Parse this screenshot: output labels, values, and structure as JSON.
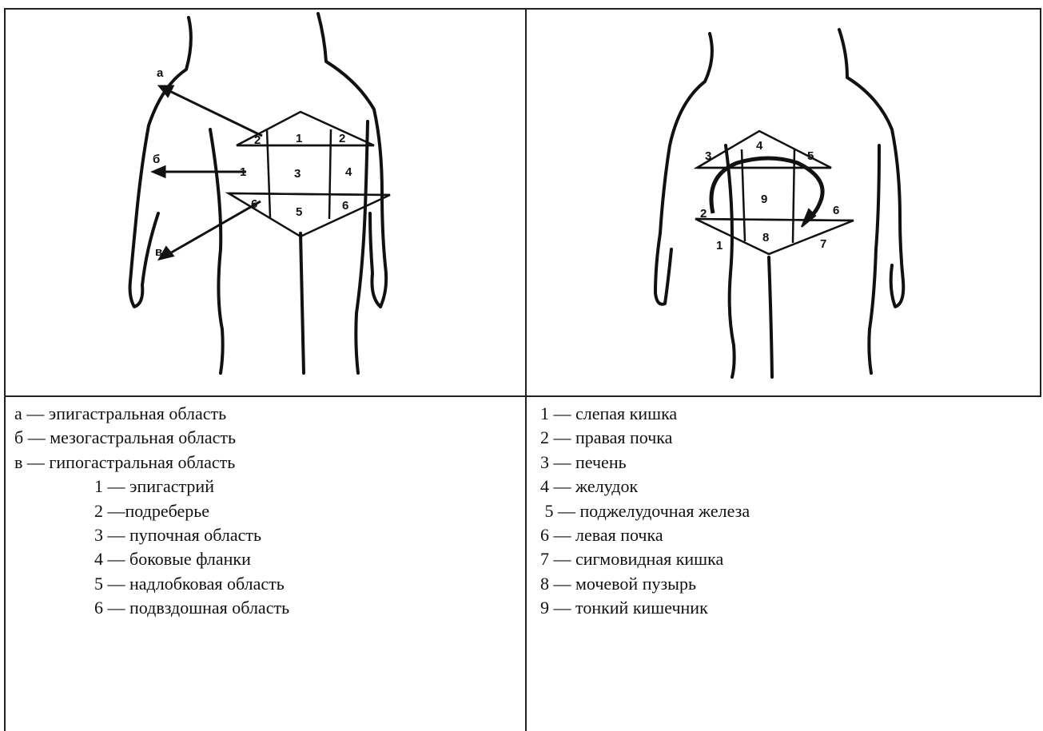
{
  "left_figure": {
    "arrow_labels": [
      "а",
      "б",
      "в"
    ],
    "region_numbers": [
      "1",
      "2",
      "1",
      "3",
      "4",
      "5",
      "6",
      "6"
    ]
  },
  "right_figure": {
    "organ_numbers": [
      "1",
      "2",
      "3",
      "4",
      "5",
      "6",
      "7",
      "8",
      "9"
    ]
  },
  "left_legend": [
    "а — эпигастральная область",
    "б — мезогастральная область",
    "в — гипогастральная область",
    "1 — эпигастрий",
    "2 —подреберье",
    "3 — пупочная область",
    "4 — боковые фланки",
    "5 — надлобковая область",
    "6 — подвздошная область"
  ],
  "right_legend": [
    "1 — слепая кишка",
    "2 — правая почка",
    "3 — печень",
    "4 — желудок",
    " 5 — поджелудочная железа",
    "6 — левая почка",
    "7 — сигмовидная кишка",
    "8 — мочевой пузырь",
    "9 — тонкий кишечник"
  ]
}
